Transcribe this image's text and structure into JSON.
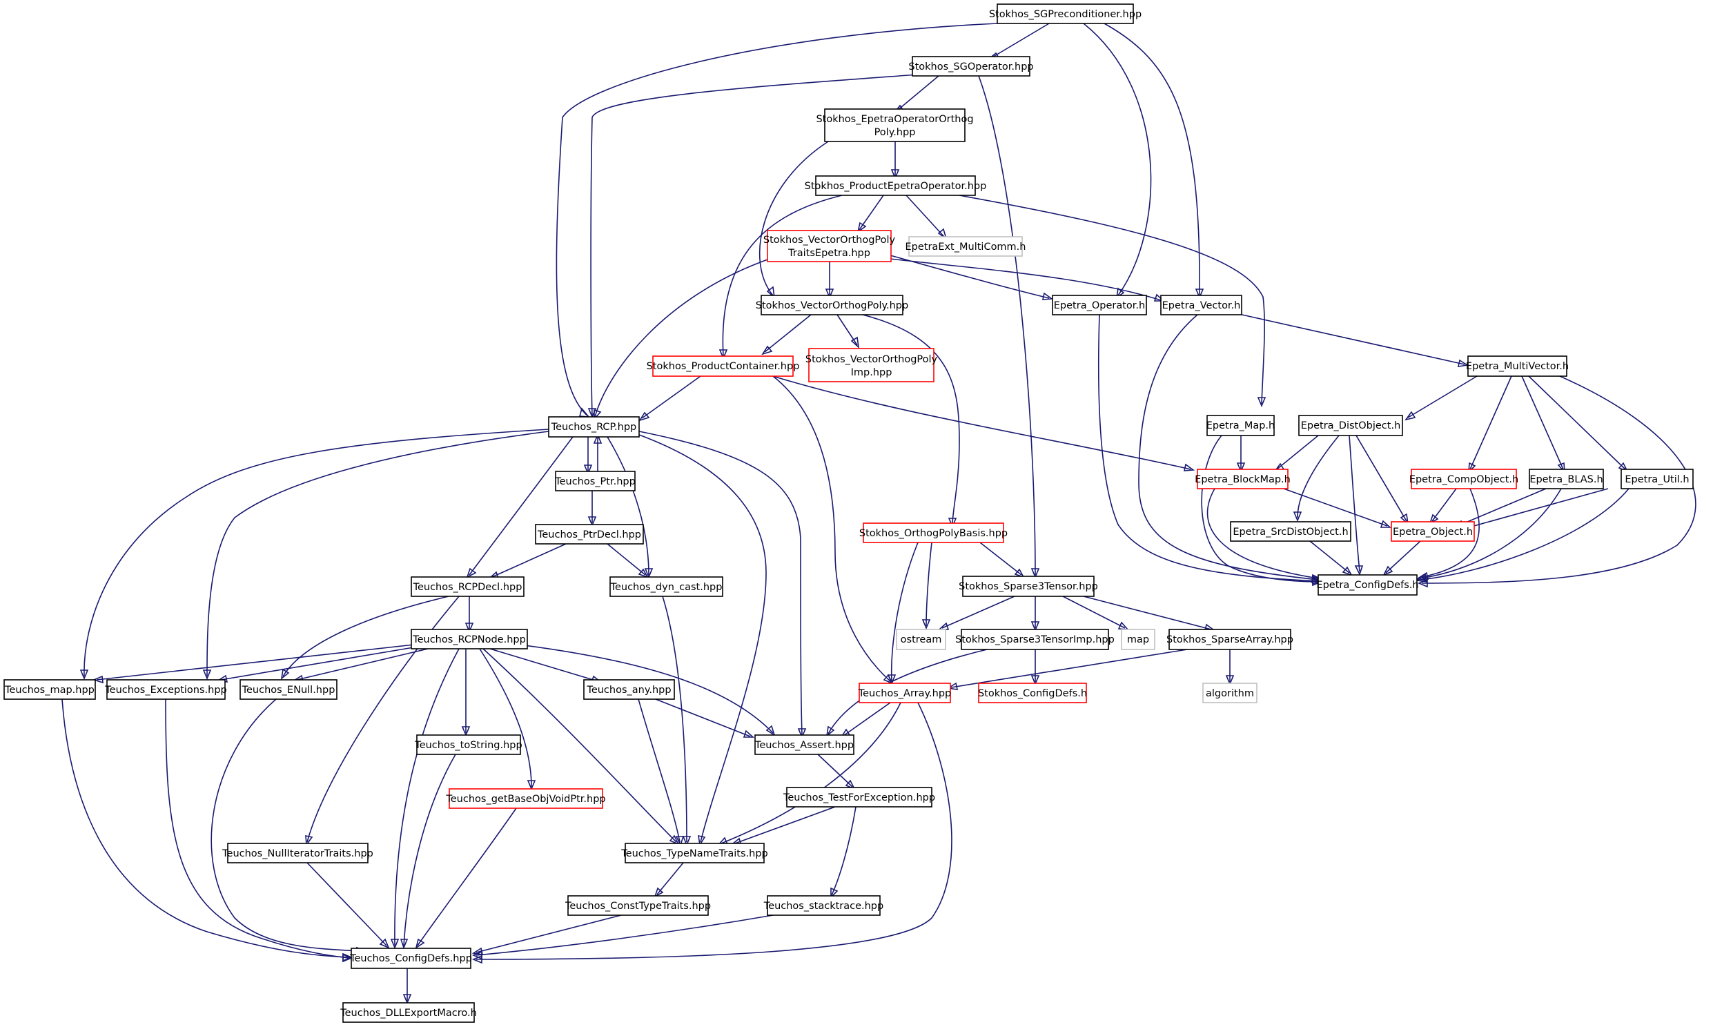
{
  "colors": {
    "edge": "#191970",
    "border_normal": "#000000",
    "border_truncated": "#ff0000",
    "border_external": "#bfbfbf",
    "root_fill": "#bfbfbf"
  },
  "nodes": [
    {
      "id": "root",
      "label": [
        "Stokhos_SGPreconditioner.hpp"
      ],
      "kind": "root"
    },
    {
      "id": "sgop",
      "label": [
        "Stokhos_SGOperator.hpp"
      ],
      "kind": "normal"
    },
    {
      "id": "eoop",
      "label": [
        "Stokhos_EpetraOperatorOrthog",
        "Poly.hpp"
      ],
      "kind": "normal"
    },
    {
      "id": "peo",
      "label": [
        "Stokhos_ProductEpetraOperator.hpp"
      ],
      "kind": "normal"
    },
    {
      "id": "vopte",
      "label": [
        "Stokhos_VectorOrthogPoly",
        "TraitsEpetra.hpp"
      ],
      "kind": "truncated"
    },
    {
      "id": "emc",
      "label": [
        "EpetraExt_MultiComm.h"
      ],
      "kind": "external"
    },
    {
      "id": "vop",
      "label": [
        "Stokhos_VectorOrthogPoly.hpp"
      ],
      "kind": "normal"
    },
    {
      "id": "eop",
      "label": [
        "Epetra_Operator.h"
      ],
      "kind": "normal"
    },
    {
      "id": "evec",
      "label": [
        "Epetra_Vector.h"
      ],
      "kind": "normal"
    },
    {
      "id": "pc",
      "label": [
        "Stokhos_ProductContainer.hpp"
      ],
      "kind": "truncated"
    },
    {
      "id": "vopi",
      "label": [
        "Stokhos_VectorOrthogPoly",
        "Imp.hpp"
      ],
      "kind": "truncated"
    },
    {
      "id": "emv",
      "label": [
        "Epetra_MultiVector.h"
      ],
      "kind": "normal"
    },
    {
      "id": "rcp",
      "label": [
        "Teuchos_RCP.hpp"
      ],
      "kind": "normal"
    },
    {
      "id": "emap",
      "label": [
        "Epetra_Map.h"
      ],
      "kind": "normal"
    },
    {
      "id": "edo",
      "label": [
        "Epetra_DistObject.h"
      ],
      "kind": "normal"
    },
    {
      "id": "ptr",
      "label": [
        "Teuchos_Ptr.hpp"
      ],
      "kind": "normal"
    },
    {
      "id": "ebm",
      "label": [
        "Epetra_BlockMap.h"
      ],
      "kind": "truncated"
    },
    {
      "id": "eco",
      "label": [
        "Epetra_CompObject.h"
      ],
      "kind": "truncated"
    },
    {
      "id": "eblas",
      "label": [
        "Epetra_BLAS.h"
      ],
      "kind": "normal"
    },
    {
      "id": "eutil",
      "label": [
        "Epetra_Util.h"
      ],
      "kind": "normal"
    },
    {
      "id": "ptrdecl",
      "label": [
        "Teuchos_PtrDecl.hpp"
      ],
      "kind": "normal"
    },
    {
      "id": "opb",
      "label": [
        "Stokhos_OrthogPolyBasis.hpp"
      ],
      "kind": "truncated"
    },
    {
      "id": "esdo",
      "label": [
        "Epetra_SrcDistObject.h"
      ],
      "kind": "normal"
    },
    {
      "id": "eobj",
      "label": [
        "Epetra_Object.h"
      ],
      "kind": "truncated"
    },
    {
      "id": "rcpdecl",
      "label": [
        "Teuchos_RCPDecl.hpp"
      ],
      "kind": "normal"
    },
    {
      "id": "dyn",
      "label": [
        "Teuchos_dyn_cast.hpp"
      ],
      "kind": "normal"
    },
    {
      "id": "s3t",
      "label": [
        "Stokhos_Sparse3Tensor.hpp"
      ],
      "kind": "normal"
    },
    {
      "id": "ecd",
      "label": [
        "Epetra_ConfigDefs.h"
      ],
      "kind": "normal"
    },
    {
      "id": "ostream",
      "label": [
        "ostream"
      ],
      "kind": "external"
    },
    {
      "id": "map",
      "label": [
        "map"
      ],
      "kind": "external"
    },
    {
      "id": "rcpnode",
      "label": [
        "Teuchos_RCPNode.hpp"
      ],
      "kind": "normal"
    },
    {
      "id": "s3ti",
      "label": [
        "Stokhos_Sparse3TensorImp.hpp"
      ],
      "kind": "normal"
    },
    {
      "id": "sa",
      "label": [
        "Stokhos_SparseArray.hpp"
      ],
      "kind": "normal"
    },
    {
      "id": "tmap",
      "label": [
        "Teuchos_map.hpp"
      ],
      "kind": "normal"
    },
    {
      "id": "texc",
      "label": [
        "Teuchos_Exceptions.hpp"
      ],
      "kind": "normal"
    },
    {
      "id": "tenull",
      "label": [
        "Teuchos_ENull.hpp"
      ],
      "kind": "normal"
    },
    {
      "id": "tany",
      "label": [
        "Teuchos_any.hpp"
      ],
      "kind": "normal"
    },
    {
      "id": "scd",
      "label": [
        "Stokhos_ConfigDefs.h"
      ],
      "kind": "truncated"
    },
    {
      "id": "tarr",
      "label": [
        "Teuchos_Array.hpp"
      ],
      "kind": "truncated"
    },
    {
      "id": "alg",
      "label": [
        "algorithm"
      ],
      "kind": "external"
    },
    {
      "id": "tts",
      "label": [
        "Teuchos_toString.hpp"
      ],
      "kind": "normal"
    },
    {
      "id": "tassert",
      "label": [
        "Teuchos_Assert.hpp"
      ],
      "kind": "normal"
    },
    {
      "id": "tgbovp",
      "label": [
        "Teuchos_getBaseObjVoidPtr.hpp"
      ],
      "kind": "truncated"
    },
    {
      "id": "ttfe",
      "label": [
        "Teuchos_TestForException.hpp"
      ],
      "kind": "normal"
    },
    {
      "id": "tnit",
      "label": [
        "Teuchos_NullIteratorTraits.hpp"
      ],
      "kind": "normal"
    },
    {
      "id": "ttnt",
      "label": [
        "Teuchos_TypeNameTraits.hpp"
      ],
      "kind": "normal"
    },
    {
      "id": "tctt",
      "label": [
        "Teuchos_ConstTypeTraits.hpp"
      ],
      "kind": "normal"
    },
    {
      "id": "tst",
      "label": [
        "Teuchos_stacktrace.hpp"
      ],
      "kind": "normal"
    },
    {
      "id": "tcd",
      "label": [
        "Teuchos_ConfigDefs.hpp"
      ],
      "kind": "normal"
    },
    {
      "id": "tdll",
      "label": [
        "Teuchos_DLLExportMacro.h"
      ],
      "kind": "normal"
    }
  ]
}
